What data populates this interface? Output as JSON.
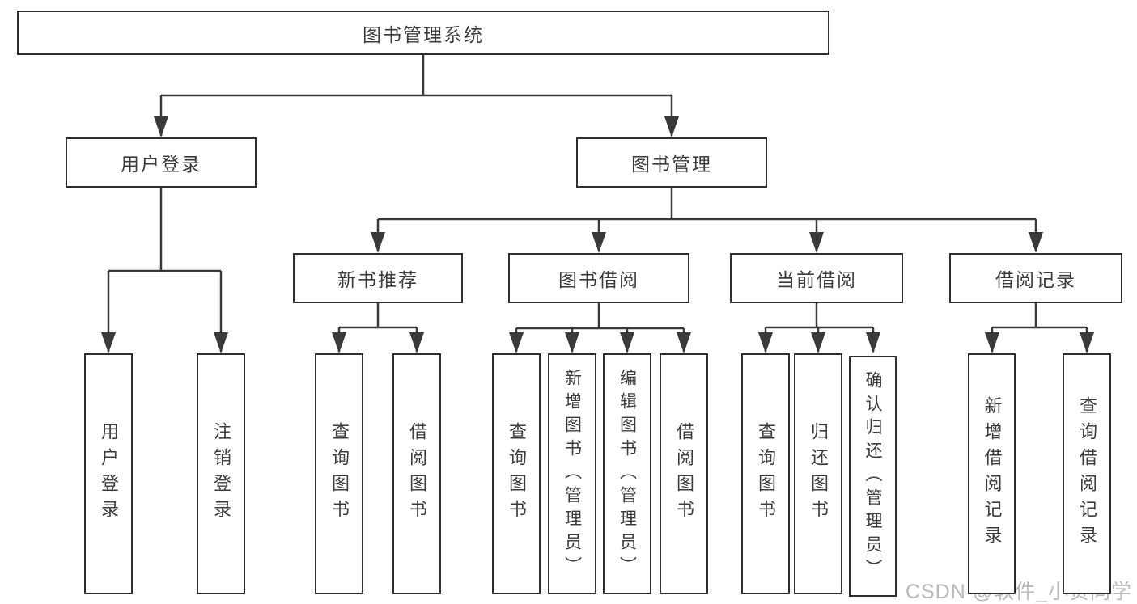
{
  "diagram": {
    "title": "图书管理系统",
    "root": {
      "label": "图书管理系统"
    },
    "level2": [
      {
        "label": "用户登录"
      },
      {
        "label": "图书管理"
      }
    ],
    "level3": [
      {
        "label": "新书推荐"
      },
      {
        "label": "图书借阅"
      },
      {
        "label": "当前借阅"
      },
      {
        "label": "借阅记录"
      }
    ],
    "leaves": {
      "user_login": [
        "用户登录",
        "注销登录"
      ],
      "new_book": [
        "查询图书",
        "借阅图书"
      ],
      "book_borrow": [
        "查询图书",
        "新增图书（管理员）",
        "编辑图书（管理员）",
        "借阅图书"
      ],
      "current_borrow": [
        "查询图书",
        "归还图书",
        "确认归还（管理员）"
      ],
      "borrow_record": [
        "新增借阅记录",
        "查询借阅记录"
      ]
    }
  },
  "watermark": {
    "text": "CSDN @软件_小贺同学"
  },
  "colors": {
    "line": "#3a3a3a",
    "border": "#2f2f2f",
    "text": "#3c3c3c",
    "background": "#ffffff",
    "watermark": "#b9b9b9"
  }
}
